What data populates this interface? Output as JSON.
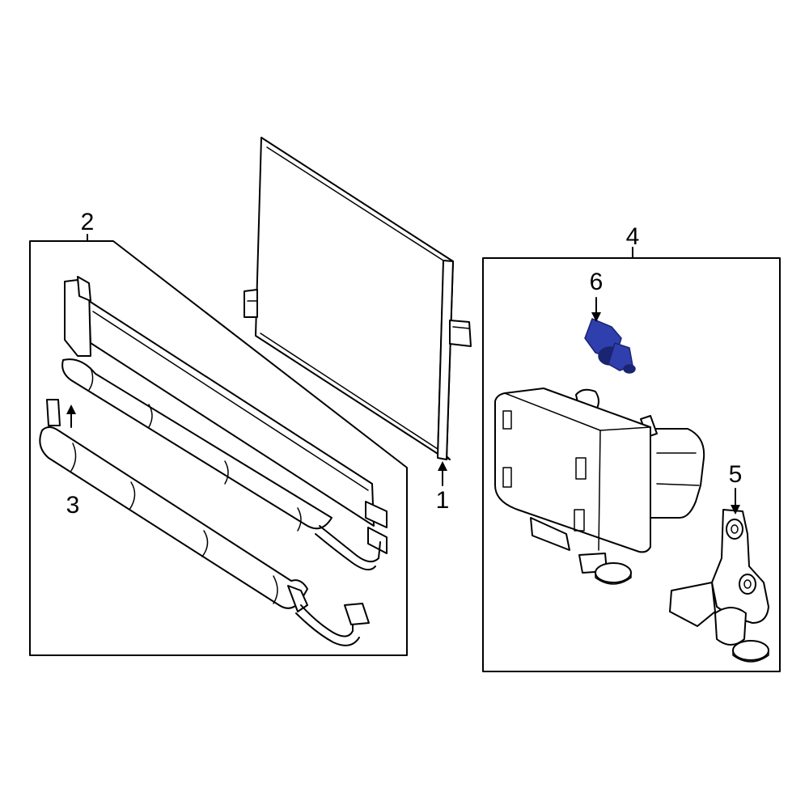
{
  "callouts": {
    "c1": "1",
    "c2": "2",
    "c3": "3",
    "c4": "4",
    "c5": "5",
    "c6": "6"
  },
  "colors": {
    "line": "#000000",
    "background": "#ffffff",
    "highlight": "#2f3fae",
    "highlight_dark": "#1a2470"
  }
}
